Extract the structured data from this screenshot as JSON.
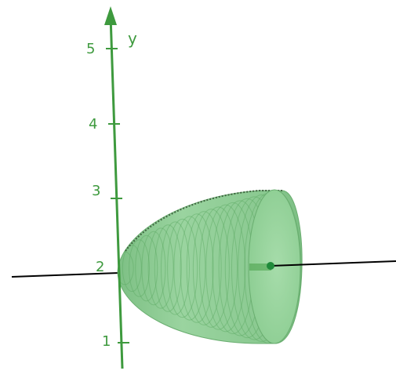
{
  "axis": {
    "y_label": "y",
    "y_ticks": [
      "1",
      "2",
      "3",
      "4",
      "5"
    ]
  },
  "colors": {
    "axis_green": "#3e9a3e",
    "solid_fill": "#8fcf95",
    "solid_shade": "#5aa862",
    "x_axis": "#000000",
    "center_point": "#1f8a3a"
  }
}
